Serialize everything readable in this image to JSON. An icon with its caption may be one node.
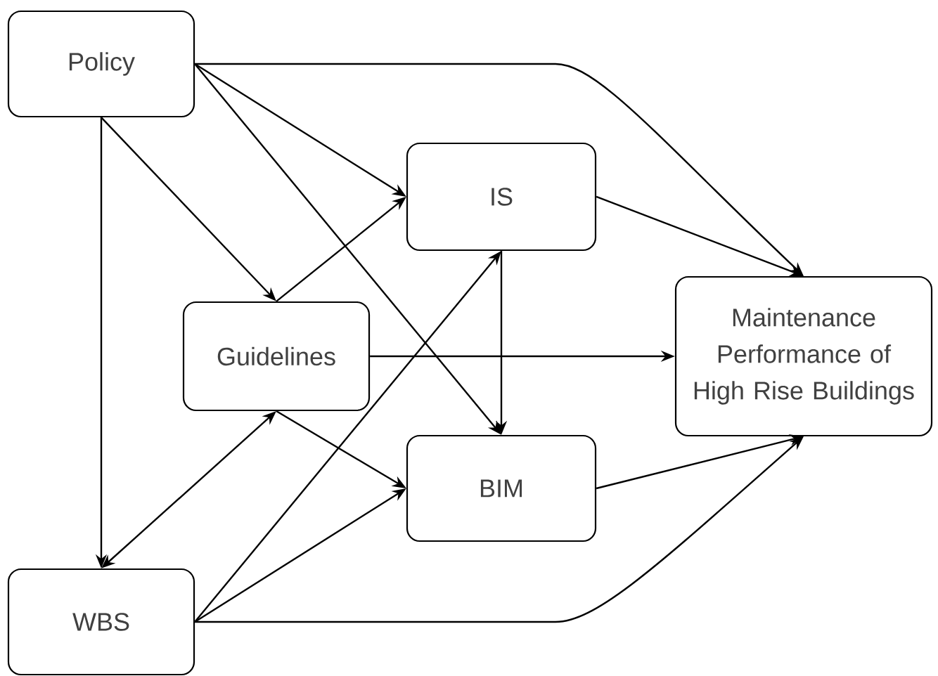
{
  "diagram": {
    "nodes": [
      {
        "text": [
          "Policy"
        ]
      },
      {
        "text": [
          "Guidelines"
        ]
      },
      {
        "text": [
          "IS"
        ]
      },
      {
        "text": [
          "BIM"
        ]
      },
      {
        "text": [
          "Maintenance Performance of High Rise Buildings"
        ]
      },
      {
        "text": [
          "WBS"
        ]
      }
    ],
    "edges": [
      {
        "from": 0,
        "to": 4,
        "arrow": "to"
      },
      {
        "from": 0,
        "to": 2,
        "arrow": "to"
      },
      {
        "from": 0,
        "to": 3,
        "arrow": "to"
      },
      {
        "from": 0,
        "to": 1,
        "arrow": "to"
      },
      {
        "from": 0,
        "to": 5,
        "arrow": "to"
      },
      {
        "from": 1,
        "to": 2,
        "arrow": "to"
      },
      {
        "from": 1,
        "to": 4,
        "arrow": "to"
      },
      {
        "from": 1,
        "to": 3,
        "arrow": "to"
      },
      {
        "from": 5,
        "to": 1,
        "arrow": "both"
      },
      {
        "from": 5,
        "to": 2,
        "arrow": "to"
      },
      {
        "from": 5,
        "to": 3,
        "arrow": "to"
      },
      {
        "from": 5,
        "to": 4,
        "arrow": "to"
      },
      {
        "from": 2,
        "to": 3,
        "arrow": "to"
      },
      {
        "from": 2,
        "to": 4,
        "arrow": "to"
      },
      {
        "from": 3,
        "to": 4,
        "arrow": "to"
      }
    ]
  }
}
